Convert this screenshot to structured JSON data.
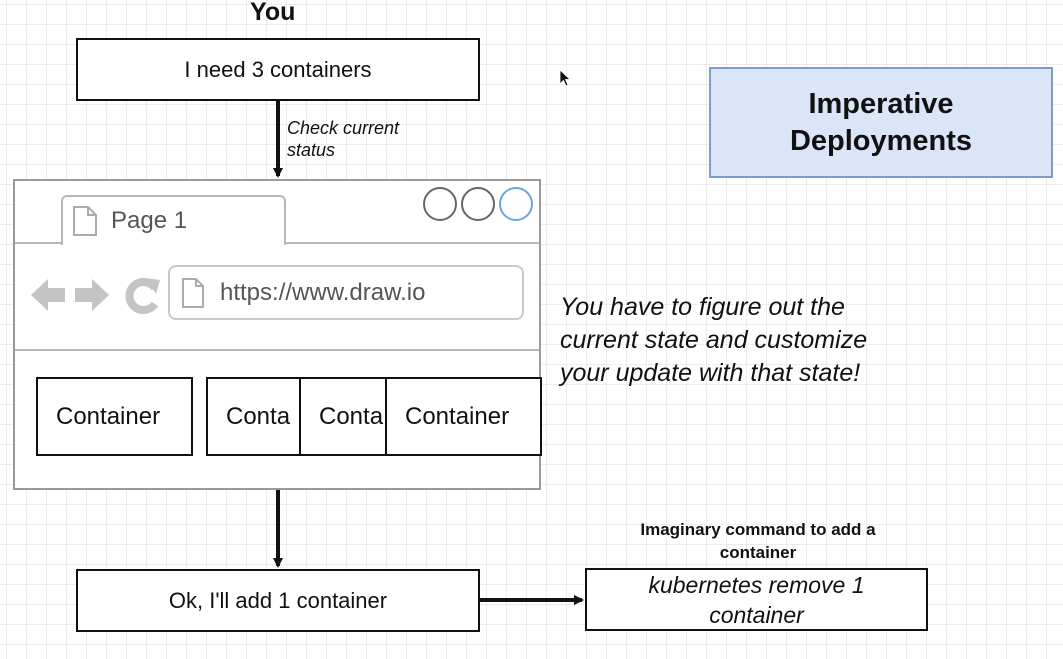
{
  "actor": "You",
  "request": "I need 3 containers",
  "check_label": "Check current status",
  "title": "Imperative Deployments",
  "browser": {
    "tab_label": "Page 1",
    "url": "https://www.draw.io",
    "containers": [
      "Container",
      "Conta",
      "Conta",
      "Container"
    ]
  },
  "note": "You have to figure out the current state and customize your update with that state!",
  "response": "Ok, I'll add 1 container",
  "command_label": "Imaginary command to add a container",
  "command": "kubernetes remove 1 container",
  "colors": {
    "title_fill": "#dae6f8",
    "title_border": "#7e9bd0",
    "active_window_button": "#6aa6e0"
  }
}
